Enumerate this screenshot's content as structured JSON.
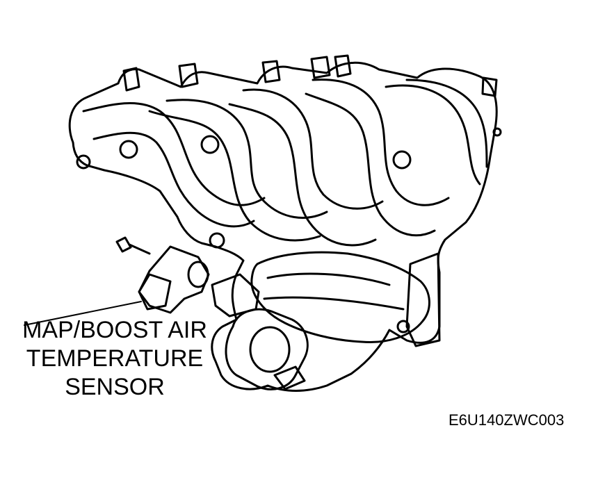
{
  "diagram": {
    "callout": {
      "lines": [
        "MAP/BOOST AIR",
        "TEMPERATURE",
        "SENSOR"
      ]
    },
    "figure_code": "E6U140ZWC003"
  }
}
